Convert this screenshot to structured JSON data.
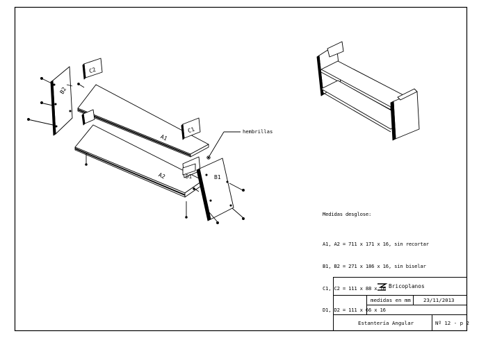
{
  "drawing": {
    "labels": {
      "a1": "A1",
      "a2": "A2",
      "b1": "B1",
      "b2": "B2",
      "c1": "C1",
      "c2": "C2",
      "d1": "D1",
      "hembrillas": "hembrillas"
    }
  },
  "notes": {
    "heading": "Medidas desglose:",
    "lines": [
      "A1, A2 = 711 x 171 x 16, sin recortar",
      "B1, B2 = 271 x 186 x 16, sin biselar",
      "C1, C2 = 111 x 88 x 16",
      "D1, D2 = 111 x 66 x 16"
    ]
  },
  "title_block": {
    "brand": "Bricoplanos",
    "units": "medidas en mm",
    "date": "23/11/2013",
    "title": "Estantería Angular",
    "sheet": "Nº 12 - p 2"
  }
}
